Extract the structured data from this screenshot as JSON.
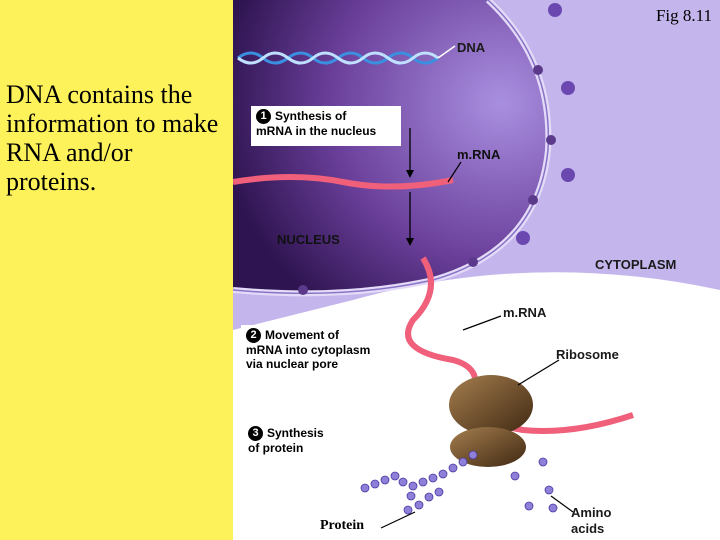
{
  "slide": {
    "fig_label": "Fig 8.11",
    "description": "DNA contains the information to make RNA and/or proteins."
  },
  "diagram": {
    "labels": {
      "dna": "DNA",
      "mrna_nucleus": "m.RNA",
      "nucleus": "NUCLEUS",
      "cytoplasm": "CYTOPLASM",
      "mrna_cytoplasm": "m.RNA",
      "ribosome": "Ribosome",
      "amino_acids_line1": "Amino",
      "amino_acids_line2": "acids",
      "protein": "Protein"
    },
    "steps": [
      {
        "number": "1",
        "line1": "Synthesis of",
        "line2": "mRNA in the nucleus",
        "line3": ""
      },
      {
        "number": "2",
        "line1": "Movement of",
        "line2": "mRNA into cytoplasm",
        "line3": "via nuclear pore"
      },
      {
        "number": "3",
        "line1": "Synthesis",
        "line2": "of protein",
        "line3": ""
      }
    ]
  },
  "colors": {
    "background": "#fdf25a",
    "cytoplasm": "#b9a9e6",
    "nucleus": "#6a3f9a",
    "mrna": "#f0607a",
    "dna": "#3b8fe0",
    "ribosome": "#6b4a2a",
    "amino_acids": "#8f7fd8"
  }
}
